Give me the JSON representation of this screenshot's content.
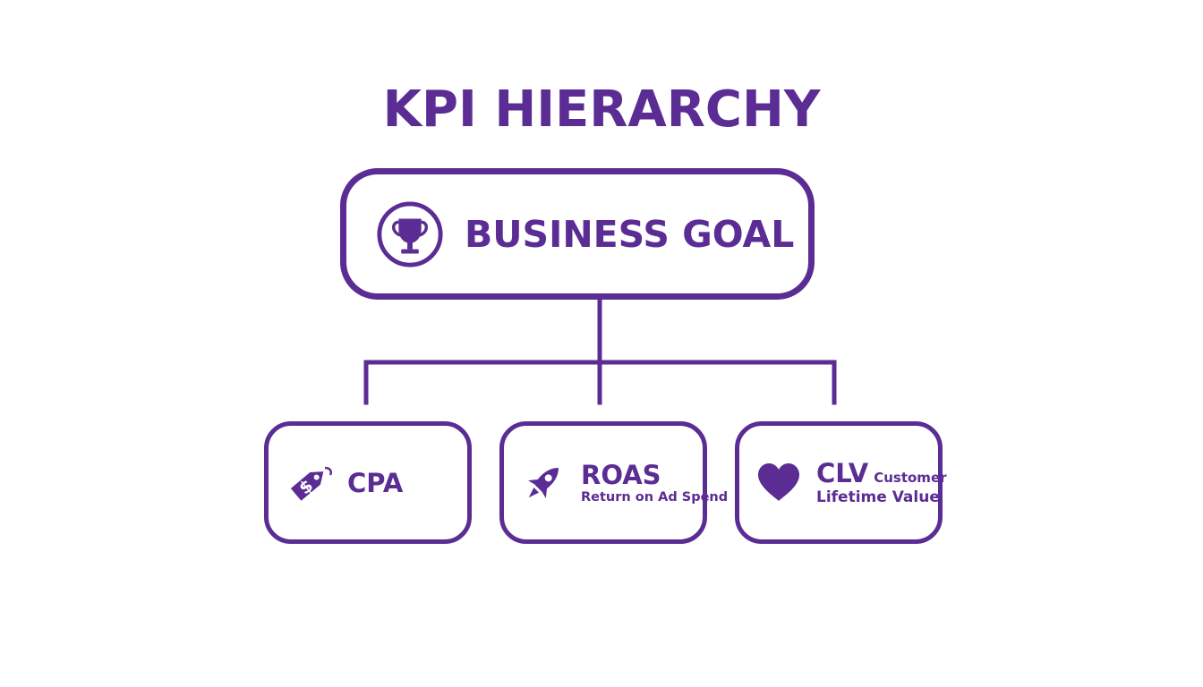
{
  "title": "KPI HIERARCHY",
  "goal": {
    "label": "BUSINESS GOAL",
    "icon": "trophy-icon"
  },
  "kpis": [
    {
      "name": "CPA",
      "subtitle": "",
      "icon": "price-tag-icon"
    },
    {
      "name": "ROAS",
      "subtitle": "Return on Ad Spend",
      "icon": "rocket-icon"
    },
    {
      "name": "CLV",
      "subtitle_line1": "Customer",
      "subtitle_line2": "Lifetime Value",
      "icon": "heart-icon"
    }
  ],
  "colors": {
    "primary": "#5b2d94",
    "background": "#ffffff"
  }
}
